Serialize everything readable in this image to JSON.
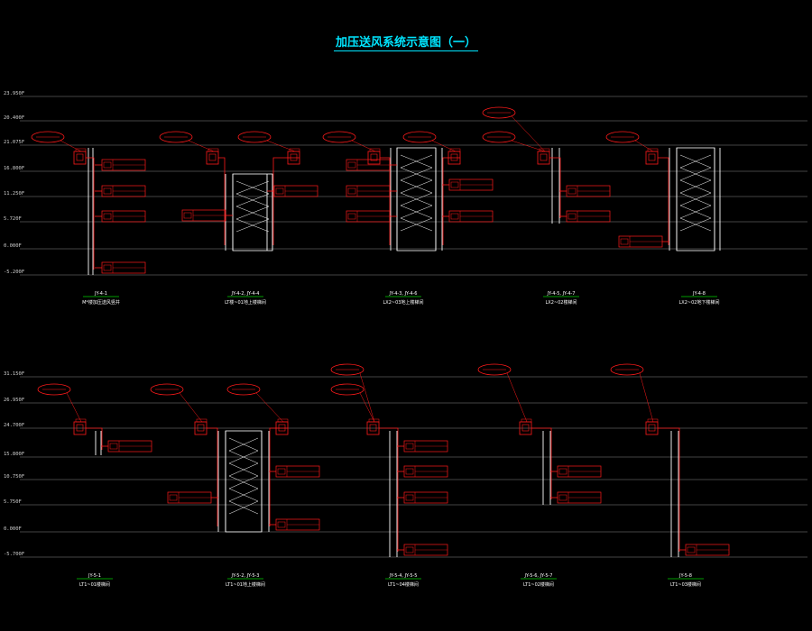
{
  "title": "加压送风系统示意图（一）",
  "colors": {
    "background": "#000000",
    "title": "#00e5ff",
    "equipment": "#ff1a1a",
    "shaft": "#ffffff",
    "level_line": "#8a8a8a",
    "label_underline": "#00d000"
  },
  "sections": [
    {
      "levels": [
        "23.950F",
        "20.400F",
        "21.075F",
        "16.800F",
        "11.250F",
        "5.720F",
        "0.000F",
        "-5.200F"
      ],
      "systems": [
        {
          "tag": "JY-4-1",
          "name": "M*楼加压送风竖井"
        },
        {
          "tag": "JY-4-2, JY-4-4",
          "name": "LT楼~01地上楼梯间"
        },
        {
          "tag": "JY-4-3, JY-4-6",
          "name": "LX2~03地上楼梯间"
        },
        {
          "tag": "JY-4-5, JY-4-7",
          "name": "LX2~02楼梯间"
        },
        {
          "tag": "JY-4-8",
          "name": "LX2~02地下楼梯间"
        }
      ]
    },
    {
      "levels": [
        "31.150F",
        "26.950F",
        "24.700F",
        "15.800F",
        "10.750F",
        "5.750F",
        "0.000F",
        "-5.700F"
      ],
      "systems": [
        {
          "tag": "JY-5-1",
          "name": "LT1~01楼梯间"
        },
        {
          "tag": "JY-5-2, JY-5-3",
          "name": "LT1~01地上楼梯间"
        },
        {
          "tag": "JY-5-4, JY-5-5",
          "name": "LT1~04楼梯间"
        },
        {
          "tag": "JY-5-6, JY-5-7",
          "name": "LT1~02楼梯间"
        },
        {
          "tag": "JY-5-8",
          "name": "LT1~03楼梯间"
        }
      ]
    }
  ]
}
